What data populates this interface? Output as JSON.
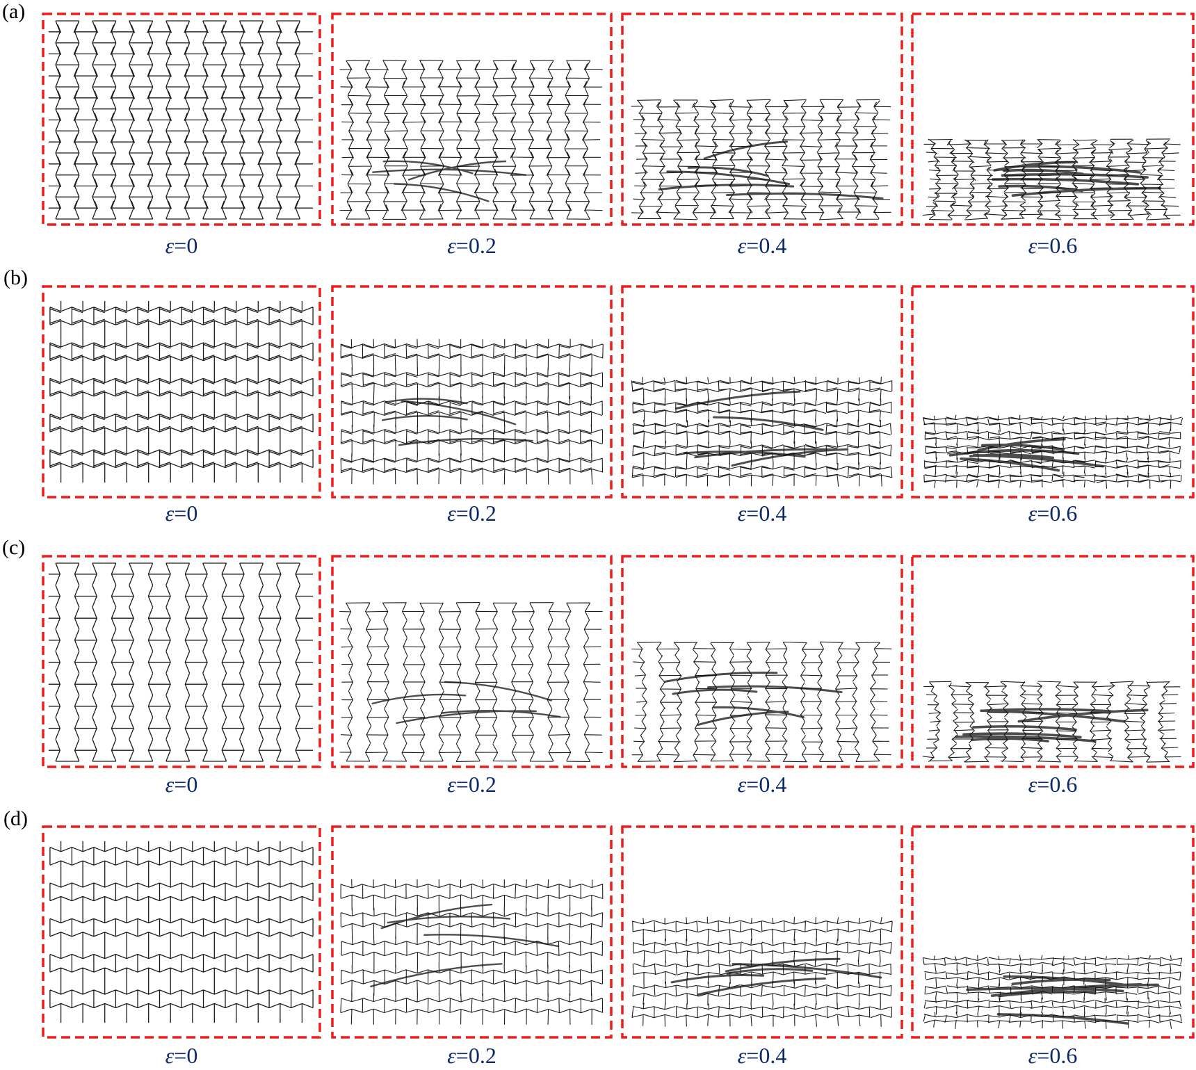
{
  "figure": {
    "rows": [
      {
        "label": "(a)",
        "lattice_type": "vertical-reentrant-wavy",
        "panels": [
          {
            "strain_symbol": "ε",
            "strain_value": "=0"
          },
          {
            "strain_symbol": "ε",
            "strain_value": "=0.2"
          },
          {
            "strain_symbol": "ε",
            "strain_value": "=0.4"
          },
          {
            "strain_symbol": "ε",
            "strain_value": "=0.6"
          }
        ]
      },
      {
        "label": "(b)",
        "lattice_type": "horizontal-reentrant-wavy",
        "panels": [
          {
            "strain_symbol": "ε",
            "strain_value": "=0"
          },
          {
            "strain_symbol": "ε",
            "strain_value": "=0.2"
          },
          {
            "strain_symbol": "ε",
            "strain_value": "=0.4"
          },
          {
            "strain_symbol": "ε",
            "strain_value": "=0.6"
          }
        ]
      },
      {
        "label": "(c)",
        "lattice_type": "vertical-reentrant-straight",
        "panels": [
          {
            "strain_symbol": "ε",
            "strain_value": "=0"
          },
          {
            "strain_symbol": "ε",
            "strain_value": "=0.2"
          },
          {
            "strain_symbol": "ε",
            "strain_value": "=0.4"
          },
          {
            "strain_symbol": "ε",
            "strain_value": "=0.6"
          }
        ]
      },
      {
        "label": "(d)",
        "lattice_type": "horizontal-reentrant-straight",
        "panels": [
          {
            "strain_symbol": "ε",
            "strain_value": "=0"
          },
          {
            "strain_symbol": "ε",
            "strain_value": "=0.2"
          },
          {
            "strain_symbol": "ε",
            "strain_value": "=0.4"
          },
          {
            "strain_symbol": "ε",
            "strain_value": "=0.6"
          }
        ]
      }
    ],
    "colors": {
      "frame": "#ee1c1c",
      "caption": "#0d2a6b",
      "lattice": "#1a1a1a",
      "label": "#000000"
    },
    "strains": [
      0,
      0.2,
      0.4,
      0.6
    ]
  }
}
